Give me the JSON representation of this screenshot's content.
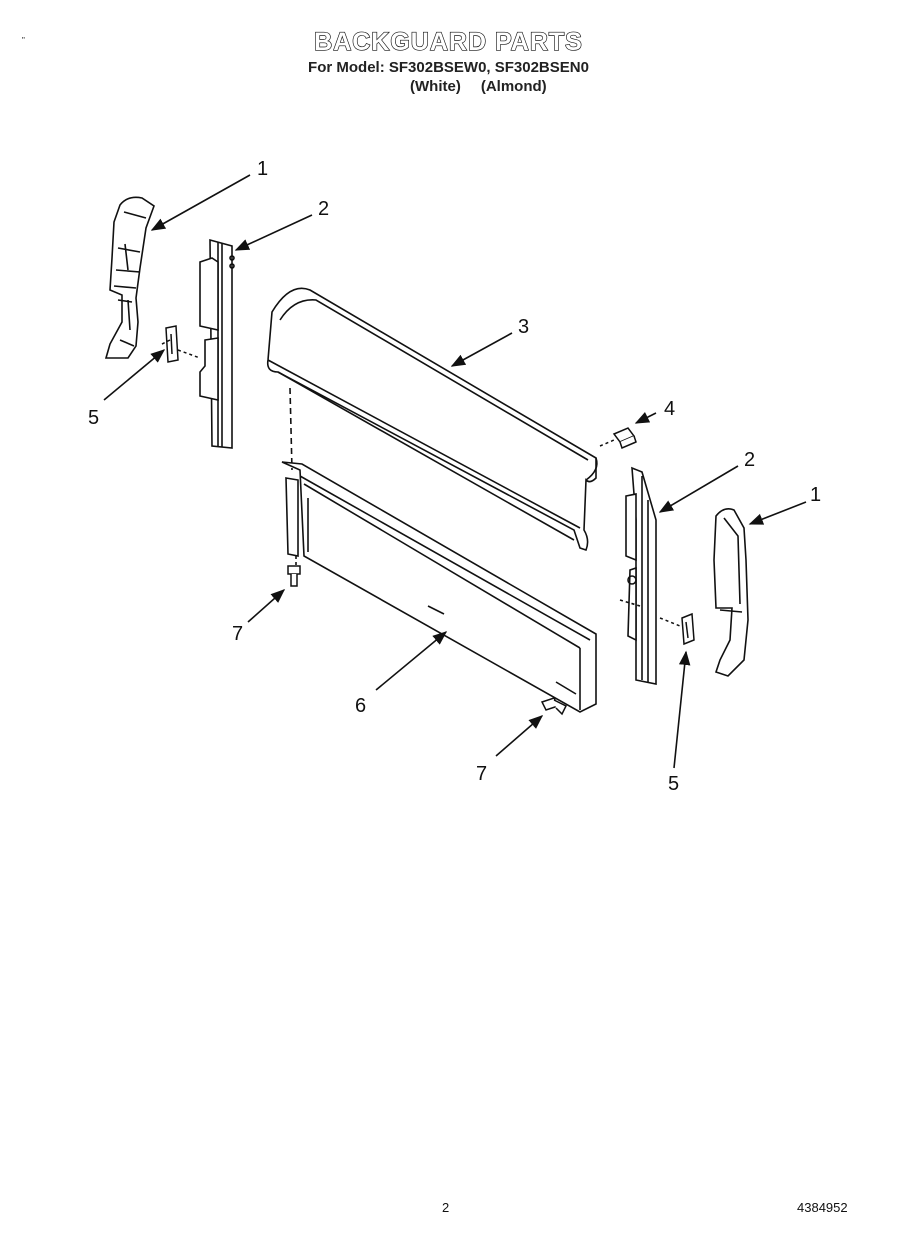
{
  "header": {
    "title": "BACKGUARD PARTS",
    "model_line": "For Model: SF302BSEW0, SF302BSEN0",
    "color_1": "(White)",
    "color_2": "(Almond)"
  },
  "callouts": {
    "left_endcap": "1",
    "left_bracket": "2",
    "backguard": "3",
    "screw_top": "4",
    "right_bracket": "2",
    "right_endcap": "1",
    "left_clip": "5",
    "right_clip": "5",
    "panel": "6",
    "left_screw": "7",
    "right_screw": "7"
  },
  "footer": {
    "page_number": "2",
    "document_number": "4384952",
    "corner_mark": "\""
  }
}
